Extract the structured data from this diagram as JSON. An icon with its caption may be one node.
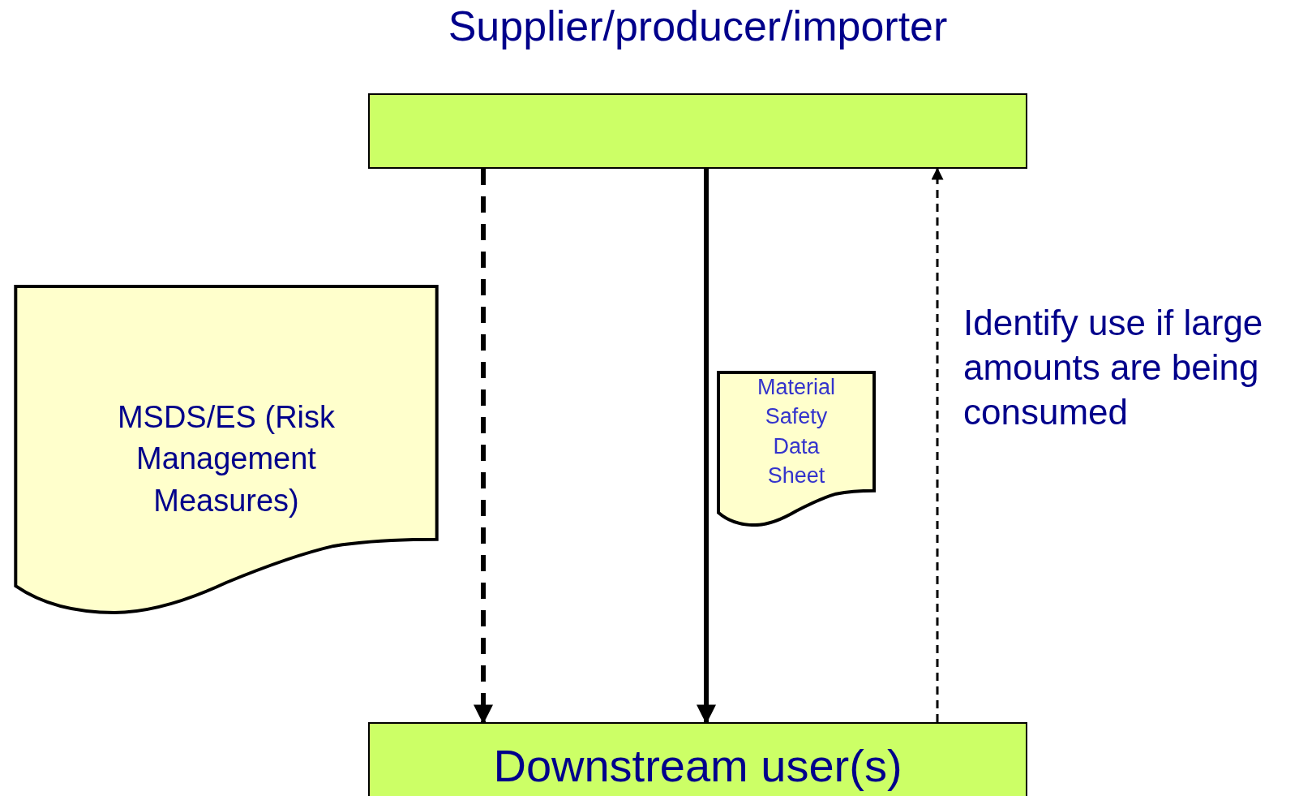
{
  "diagram": {
    "nodes": [
      {
        "text": [
          "Supplier/producer/importer"
        ]
      },
      {
        "text": [
          "Downstream user(s)"
        ]
      },
      {
        "text": [
          "MSDS/ES (Risk Management Measures)"
        ]
      },
      {
        "text": [
          "Material Safety Data Sheet"
        ]
      }
    ],
    "edges": [
      {
        "from": 0,
        "to": 1,
        "arrow": "to",
        "style": "dashed"
      },
      {
        "from": 0,
        "to": 1,
        "arrow": "to"
      },
      {
        "from": 1,
        "to": 0,
        "arrow": "to",
        "style": "dashed",
        "label": "Identify use if large amounts are being consumed"
      }
    ]
  }
}
